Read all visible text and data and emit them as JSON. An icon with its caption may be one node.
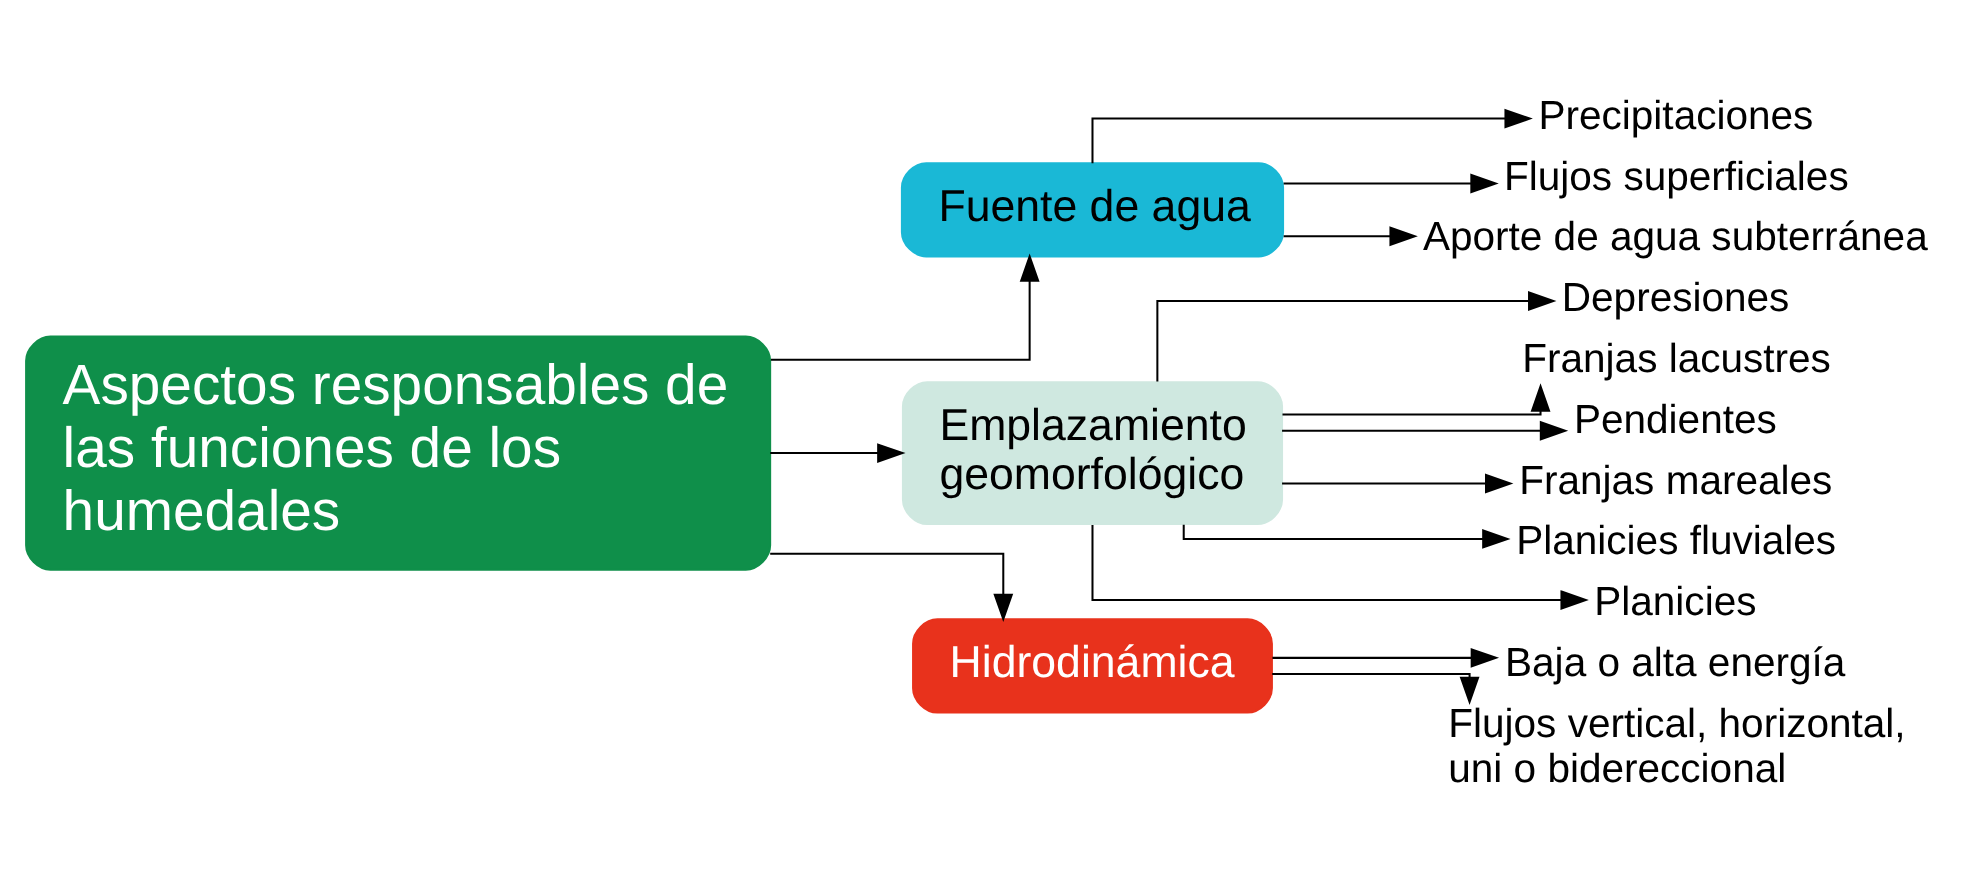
{
  "diagram": {
    "nodes": [
      {
        "text": [
          "Aspectos responsables de las funciones de los humedales"
        ]
      },
      {
        "text": [
          "Fuente de agua"
        ]
      },
      {
        "text": [
          "Precipitaciones"
        ]
      },
      {
        "text": [
          "Flujos superficiales"
        ]
      },
      {
        "text": [
          "Aporte de agua subterránea"
        ]
      },
      {
        "text": [
          "Emplazamiento geomorfológico"
        ]
      },
      {
        "text": [
          "Depresiones"
        ]
      },
      {
        "text": [
          "Franjas lacustres"
        ]
      },
      {
        "text": [
          "Pendientes"
        ]
      },
      {
        "text": [
          "Franjas mareales"
        ]
      },
      {
        "text": [
          "Planicies fluviales"
        ]
      },
      {
        "text": [
          "Planicies"
        ]
      },
      {
        "text": [
          "Hidrodinámica"
        ]
      },
      {
        "text": [
          "Baja o alta energía"
        ]
      },
      {
        "text": [
          "Flujos vertical, horizontal, uni o bidereccional"
        ]
      }
    ],
    "edges": [
      {
        "from": 0,
        "to": 1,
        "arrow": "to"
      },
      {
        "from": 0,
        "to": 5,
        "arrow": "to"
      },
      {
        "from": 0,
        "to": 12,
        "arrow": "to"
      },
      {
        "from": 1,
        "to": 2,
        "arrow": "to"
      },
      {
        "from": 1,
        "to": 3,
        "arrow": "to"
      },
      {
        "from": 1,
        "to": 4,
        "arrow": "to"
      },
      {
        "from": 5,
        "to": 6,
        "arrow": "to"
      },
      {
        "from": 5,
        "to": 7,
        "arrow": "to"
      },
      {
        "from": 5,
        "to": 8,
        "arrow": "to"
      },
      {
        "from": 5,
        "to": 9,
        "arrow": "to"
      },
      {
        "from": 5,
        "to": 10,
        "arrow": "to"
      },
      {
        "from": 5,
        "to": 11,
        "arrow": "to"
      },
      {
        "from": 12,
        "to": 13,
        "arrow": "to"
      },
      {
        "from": 12,
        "to": 14,
        "arrow": "to"
      }
    ]
  }
}
